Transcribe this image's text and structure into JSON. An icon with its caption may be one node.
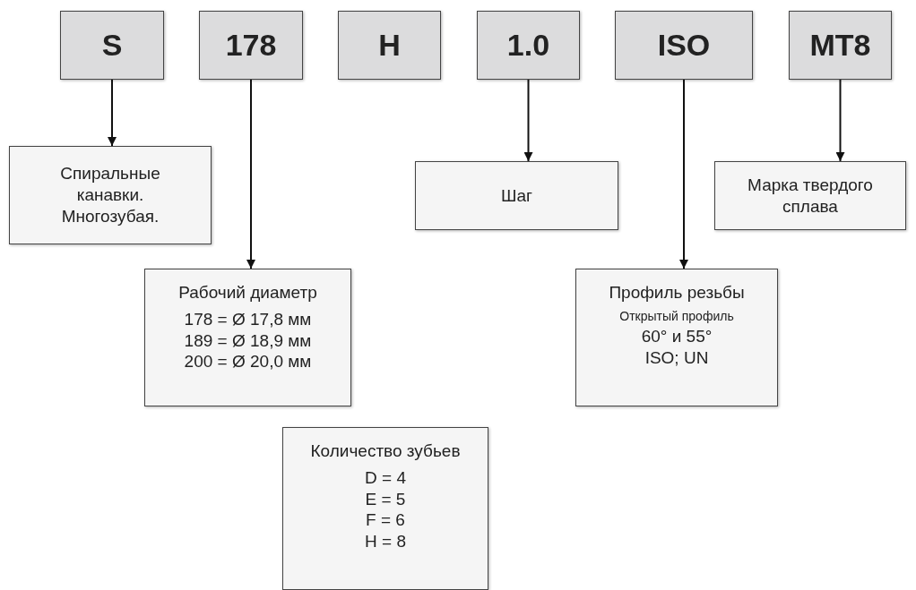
{
  "diagram": {
    "nodes": [
      {
        "text": [
          "S"
        ]
      },
      {
        "text": [
          "178"
        ]
      },
      {
        "text": [
          "H"
        ]
      },
      {
        "text": [
          "1.0"
        ]
      },
      {
        "text": [
          "ISO"
        ]
      },
      {
        "text": [
          "MT8"
        ]
      },
      {
        "text": [
          "Спиральные канавки. Многозубая."
        ]
      },
      {
        "text": [
          "Шаг"
        ]
      },
      {
        "text": [
          "Марка твердого сплава"
        ]
      },
      {
        "text": [
          "Рабочий диаметр",
          "178 = Ø 17,8 мм",
          "189 = Ø 18,9 мм",
          "200 = Ø 20,0 мм"
        ]
      },
      {
        "text": [
          "Профиль резьбы",
          "Открытый профиль",
          "60° и 55°",
          "ISO; UN"
        ]
      },
      {
        "text": [
          "Количество зубьев",
          "D = 4",
          "E = 5",
          "F = 6",
          "H = 8"
        ]
      }
    ],
    "edges": [
      {
        "from": 0,
        "to": 6,
        "arrow": "to"
      },
      {
        "from": 1,
        "to": 9,
        "arrow": "to"
      },
      {
        "from": 3,
        "to": 7,
        "arrow": "to"
      },
      {
        "from": 4,
        "to": 10,
        "arrow": "to"
      },
      {
        "from": 5,
        "to": 8,
        "arrow": "to"
      }
    ]
  }
}
